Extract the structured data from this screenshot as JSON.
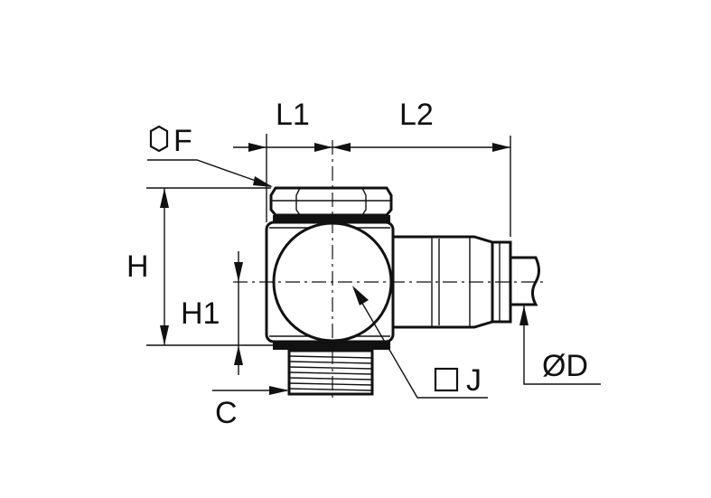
{
  "labels": {
    "L1": "L1",
    "L2": "L2",
    "F": "F",
    "H": "H",
    "H1": "H1",
    "C": "C",
    "J": "J",
    "D": "ØD"
  },
  "icons": {
    "hex": "hexagon-icon",
    "square": "square-icon"
  },
  "colors": {
    "ink": "#111111",
    "paper": "#ffffff"
  }
}
